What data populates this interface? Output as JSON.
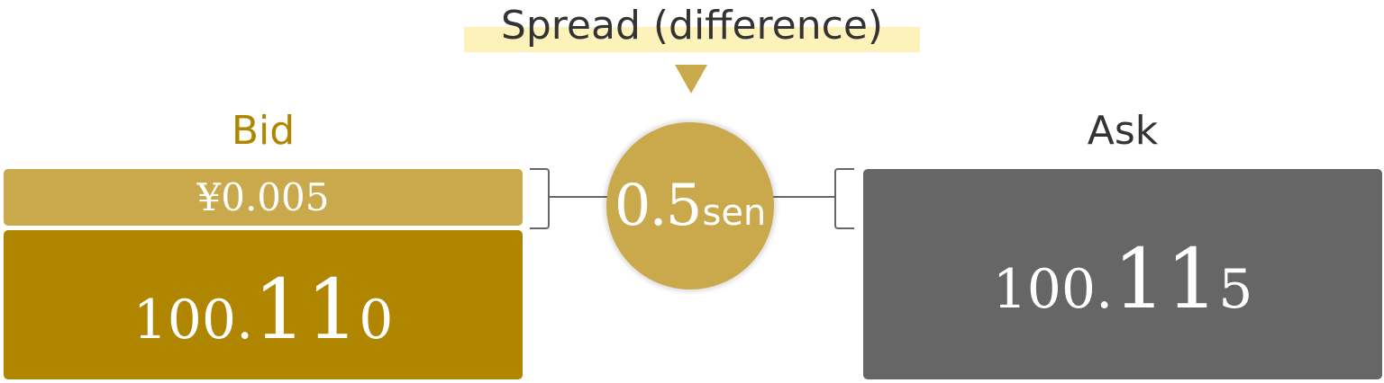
{
  "spread": {
    "title": "Spread (difference)",
    "value": "0.5",
    "unit": "sen"
  },
  "bid": {
    "label": "Bid",
    "difference": "¥0.005",
    "price_prefix": "100.",
    "price_main": "11",
    "price_suffix": "0"
  },
  "ask": {
    "label": "Ask",
    "price_prefix": "100.",
    "price_main": "11",
    "price_suffix": "5"
  },
  "colors": {
    "bid_dark": "#b08500",
    "gold": "#c9a94b",
    "ask_gray": "#666666",
    "highlight": "#fdf2b9",
    "text_dark": "#333333"
  },
  "icons": {
    "pointer": "down-triangle-icon"
  }
}
